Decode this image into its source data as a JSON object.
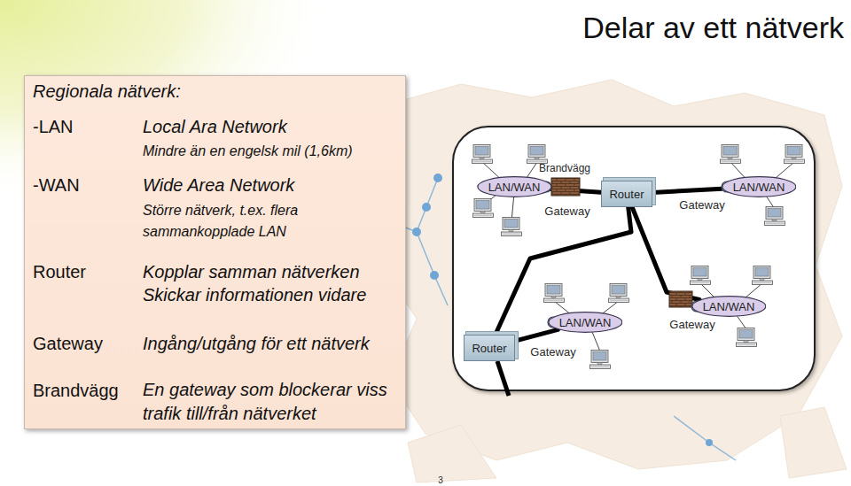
{
  "diagram": {
    "title": "Delar av ett nätverk",
    "nodes": [
      {
        "text": [
          "Regionala nätverk:",
          "-LAN",
          "Local Ara Network",
          "Mindre än en engelsk mil (1,6km)",
          "-WAN",
          "Wide Area Network",
          "Större nätverk, t.ex. flera sammankopplade LAN",
          "Router",
          "Kopplar samman nätverken",
          "Skickar informationen vidare",
          "Gateway",
          "Ingång/utgång för ett nätverk",
          "Brandvägg",
          "En gateway som blockerar viss trafik till/från nätverket"
        ]
      },
      {
        "text": [
          "LAN/WAN"
        ]
      },
      {
        "text": [
          "Router"
        ]
      },
      {
        "text": [
          "LAN/WAN"
        ]
      },
      {
        "text": [
          "LAN/WAN"
        ]
      },
      {
        "text": [
          "LAN/WAN"
        ]
      },
      {
        "text": [
          "Router"
        ]
      }
    ],
    "edges": [
      {
        "from": 1,
        "to": 2,
        "arrow": "none"
      },
      {
        "from": 2,
        "to": 3,
        "arrow": "none"
      },
      {
        "from": 2,
        "to": 4,
        "arrow": "none"
      },
      {
        "from": 2,
        "to": 6,
        "arrow": "none"
      },
      {
        "from": 6,
        "to": 5,
        "arrow": "none"
      }
    ],
    "labels": [
      "Brandvägg",
      "Gateway",
      "Gateway",
      "Gateway",
      "Gateway",
      "3"
    ]
  }
}
